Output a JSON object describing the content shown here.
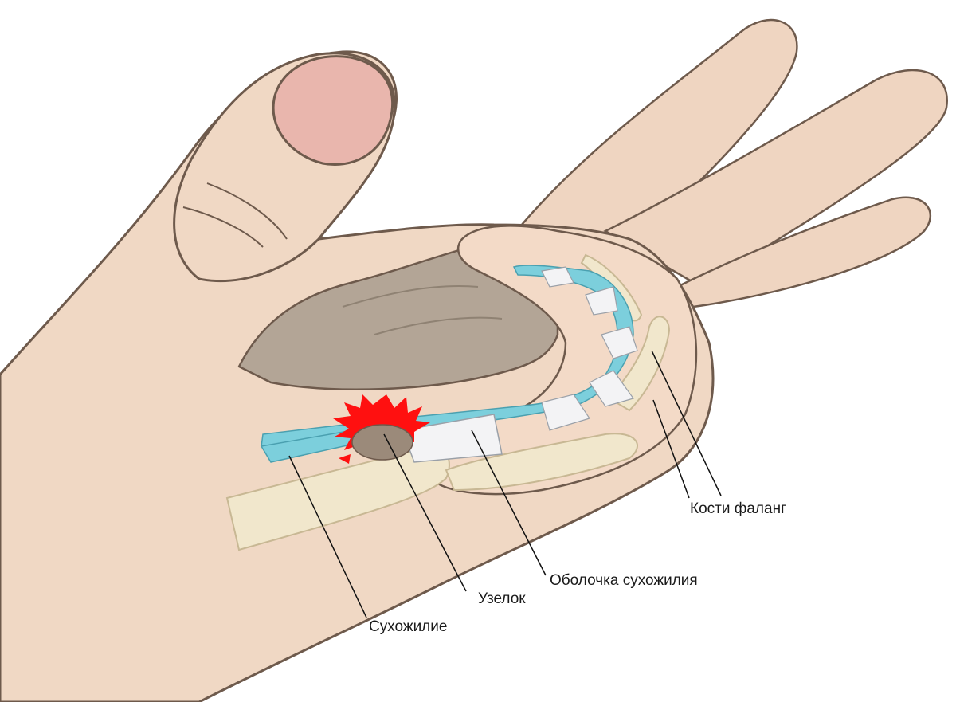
{
  "labels": {
    "phalanx_bones": "Кости фаланг",
    "tendon_sheath": "Оболочка сухожилия",
    "nodule": "Узелок",
    "tendon": "Сухожилие"
  },
  "colors": {
    "skin": "#f0d8c4",
    "skin_shadow": "#e6c6ad",
    "outline": "#6e5a4c",
    "folded_fingers": "#b3a596",
    "folded_fingers_dark": "#8f8273",
    "nail": "#e9b6ad",
    "bone": "#f1e7cc",
    "bone_edge": "#c8b894",
    "tendon": "#7ccfdc",
    "sheath": "#f3f3f5",
    "nodule": "#9b8a7a",
    "inflammation": "#ff1010",
    "leader_line": "#111111"
  }
}
